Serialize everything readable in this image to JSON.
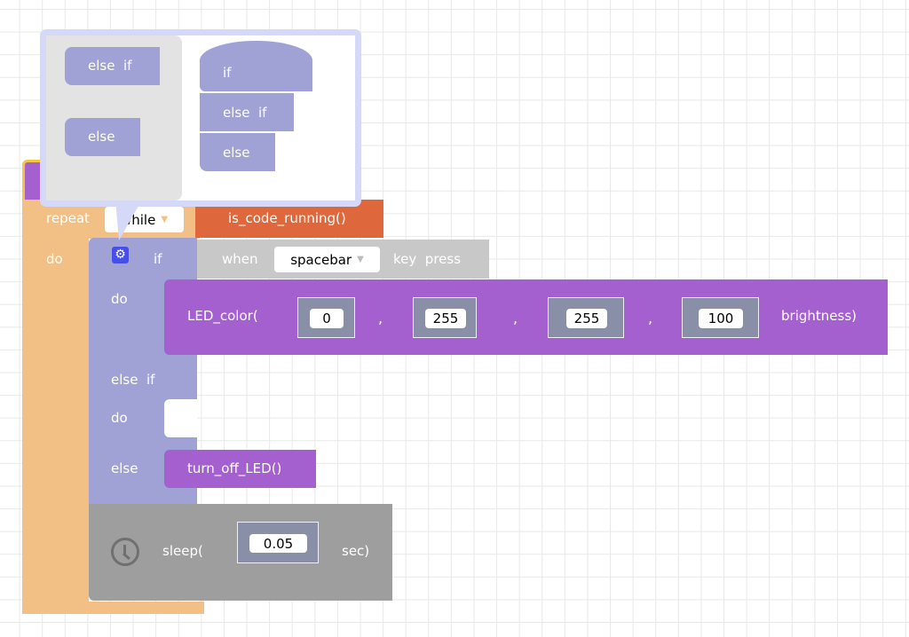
{
  "repeat_block": {
    "label": "repeat",
    "mode": "while",
    "do_label": "do",
    "color": "#F2C084"
  },
  "condition_block": {
    "label": "is_code_running()",
    "color": "#DE673B"
  },
  "if_block": {
    "if_label": "if",
    "do_label": "do",
    "else_if_label": "else  if",
    "do2_label": "do",
    "else_label": "else",
    "color": "#A0A1D5"
  },
  "when_block": {
    "label": "when",
    "key": "spacebar",
    "suffix": "key  press",
    "color": "#C8C8C8"
  },
  "led_block": {
    "label": "LED_color(",
    "values": [
      "0",
      "255",
      "255",
      "100"
    ],
    "separator": ",",
    "suffix": "brightness)",
    "color": "#A560CF"
  },
  "off_block": {
    "label": "turn_off_LED()"
  },
  "sleep_block": {
    "label": "sleep(",
    "value": "0.05",
    "suffix": "sec)",
    "color": "#9E9E9E"
  },
  "mutator": {
    "palette": [
      "else  if",
      "else"
    ],
    "preview": [
      "if",
      "else  if",
      "else"
    ]
  }
}
